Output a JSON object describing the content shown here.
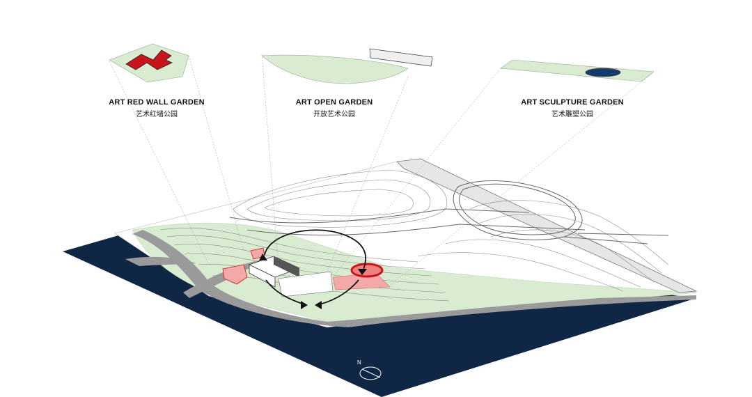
{
  "gardens": [
    {
      "en": "ART RED WALL GARDEN",
      "zh": "艺术红墙公园"
    },
    {
      "en": "ART OPEN GARDEN",
      "zh": "开放艺术公园"
    },
    {
      "en": "ART SCULPTURE GARDEN",
      "zh": "艺术雕塑公园"
    }
  ],
  "compass": {
    "label": "N"
  },
  "colors": {
    "water": "#0f2744",
    "lawn": "#d9ecd2",
    "red_wall": "#c8141b",
    "red_zone": "#f4a9a9",
    "sculpture_pool": "#123a6e",
    "road": "#e6e6e6",
    "shore": "#9a9a9a"
  }
}
